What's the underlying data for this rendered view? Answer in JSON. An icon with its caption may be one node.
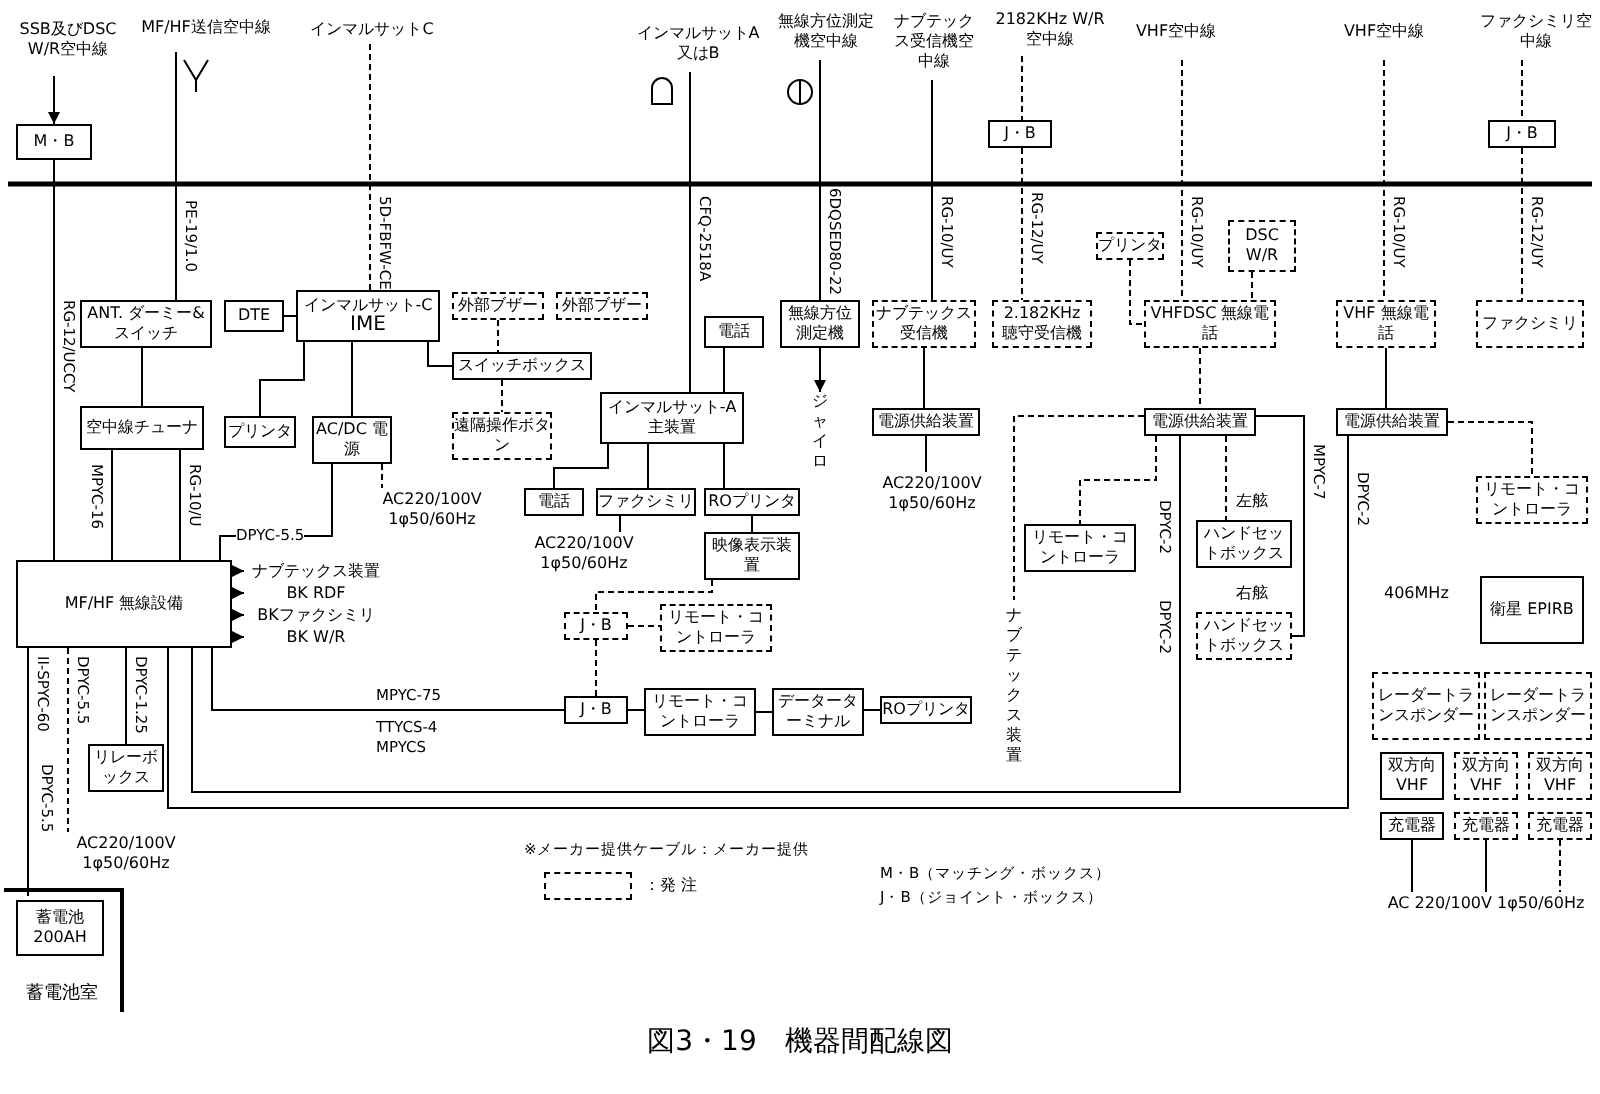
{
  "diagram": {
    "caption": "図3・19　機器間配線図",
    "nodes": [
      {
        "text": [
          "SSB及びDSC W/R空中線"
        ]
      },
      {
        "text": [
          "M・B"
        ]
      },
      {
        "text": [
          "MF/HF送信空中線"
        ]
      },
      {
        "text": [
          "インマルサットC"
        ]
      },
      {
        "text": [
          "インマルサットA又はB"
        ]
      },
      {
        "text": [
          "無線方位測定機空中線"
        ]
      },
      {
        "text": [
          "ナブテックス受信機空中線"
        ]
      },
      {
        "text": [
          "2182KHz W/R空中線"
        ]
      },
      {
        "text": [
          "J・B"
        ]
      },
      {
        "text": [
          "VHF空中線"
        ]
      },
      {
        "text": [
          "VHF空中線"
        ]
      },
      {
        "text": [
          "ファクシミリ空中線"
        ]
      },
      {
        "text": [
          "J・B"
        ]
      },
      {
        "text": [
          "ANT. ダーミー&スイッチ"
        ]
      },
      {
        "text": [
          "空中線チューナ"
        ]
      },
      {
        "text": [
          "MF/HF 無線設備"
        ]
      },
      {
        "text": [
          "ナブテックス装置"
        ]
      },
      {
        "text": [
          "BK RDF"
        ]
      },
      {
        "text": [
          "BKファクシミリ"
        ]
      },
      {
        "text": [
          "BK W/R"
        ]
      },
      {
        "text": [
          "DTE"
        ]
      },
      {
        "text": [
          "インマルサット-C",
          "IME"
        ]
      },
      {
        "text": [
          "外部ブザー"
        ]
      },
      {
        "text": [
          "外部ブザー"
        ]
      },
      {
        "text": [
          "スイッチボックス"
        ]
      },
      {
        "text": [
          "プリンタ"
        ]
      },
      {
        "text": [
          "AC/DC 電源"
        ]
      },
      {
        "text": [
          "遠隔操作ボタン"
        ]
      },
      {
        "text": [
          "AC220/100V 1φ50/60Hz"
        ]
      },
      {
        "text": [
          "電話"
        ]
      },
      {
        "text": [
          "インマルサット-A 主装置"
        ]
      },
      {
        "text": [
          "電話"
        ]
      },
      {
        "text": [
          "ファクシミリ"
        ]
      },
      {
        "text": [
          "ROプリンタ"
        ]
      },
      {
        "text": [
          "映像表示装置"
        ]
      },
      {
        "text": [
          "AC220/100V 1φ50/60Hz"
        ]
      },
      {
        "text": [
          "無線方位測定機"
        ]
      },
      {
        "text": [
          "ジャイロ"
        ]
      },
      {
        "text": [
          "ナブテックス受信機"
        ]
      },
      {
        "text": [
          "電源供給装置"
        ]
      },
      {
        "text": [
          "AC220/100V 1φ50/60Hz"
        ]
      },
      {
        "text": [
          "2.182KHz 聴守受信機"
        ]
      },
      {
        "text": [
          "プリンタ"
        ]
      },
      {
        "text": [
          "DSC W/R"
        ]
      },
      {
        "text": [
          "VHFDSC 無線電話"
        ]
      },
      {
        "text": [
          "電源供給装置"
        ]
      },
      {
        "text": [
          "リモート・コントローラ"
        ]
      },
      {
        "text": [
          "ハンドセットボックス"
        ],
        "beside": [
          "左舷"
        ]
      },
      {
        "text": [
          "ハンドセットボックス"
        ],
        "beside": [
          "右舷"
        ]
      },
      {
        "text": [
          "ナブテックス装置"
        ]
      },
      {
        "text": [
          "VHF 無線電話"
        ]
      },
      {
        "text": [
          "ファクシミリ"
        ]
      },
      {
        "text": [
          "電源供給装置"
        ]
      },
      {
        "text": [
          "リモート・コントローラ"
        ]
      },
      {
        "text": [
          "J・B"
        ]
      },
      {
        "text": [
          "リモート・コントローラ"
        ]
      },
      {
        "text": [
          "J・B"
        ]
      },
      {
        "text": [
          "リモート・コントローラ"
        ]
      },
      {
        "text": [
          "データーターミナル"
        ]
      },
      {
        "text": [
          "ROプリンタ"
        ]
      },
      {
        "text": [
          "リレーボックス"
        ]
      },
      {
        "text": [
          "AC220/100V 1φ50/60Hz"
        ]
      },
      {
        "text": [
          "蓄電池室"
        ]
      },
      {
        "text": [
          "蓄電池 200AH"
        ],
        "in": 62
      },
      {
        "text": [
          "衛星 EPIRB"
        ],
        "beside": [
          "406MHz"
        ]
      },
      {
        "text": [
          "レーダートランスポンダー"
        ]
      },
      {
        "text": [
          "レーダートランスポンダー"
        ]
      },
      {
        "text": [
          "双方向VHF"
        ]
      },
      {
        "text": [
          "双方向VHF"
        ]
      },
      {
        "text": [
          "双方向VHF"
        ]
      },
      {
        "text": [
          "充電器"
        ]
      },
      {
        "text": [
          "充電器"
        ]
      },
      {
        "text": [
          "充電器"
        ]
      },
      {
        "text": [
          "AC 220/100V 1φ50/60Hz"
        ]
      }
    ],
    "edges": [
      {
        "from": 0,
        "to": 1,
        "arrow": "to"
      },
      {
        "from": 1,
        "to": 15,
        "arrow": "none",
        "label": "RG-12/UCCY"
      },
      {
        "from": 2,
        "to": 13,
        "arrow": "none",
        "label": "PE-19/1.0"
      },
      {
        "from": 13,
        "to": 14,
        "arrow": "none"
      },
      {
        "from": 14,
        "to": 15,
        "arrow": "none",
        "label": "MPYC-16"
      },
      {
        "from": 14,
        "to": 15,
        "arrow": "none",
        "label": "RG-10/U"
      },
      {
        "from": 15,
        "to": 16,
        "arrow": "to",
        "style": "dashed"
      },
      {
        "from": 15,
        "to": 17,
        "arrow": "to"
      },
      {
        "from": 15,
        "to": 18,
        "arrow": "to"
      },
      {
        "from": 15,
        "to": 19,
        "arrow": "to"
      },
      {
        "from": 3,
        "to": 21,
        "arrow": "none",
        "label": "5D-FBFW-CE",
        "style": "dashed"
      },
      {
        "from": 20,
        "to": 21,
        "arrow": "none"
      },
      {
        "from": 21,
        "to": 25,
        "arrow": "none"
      },
      {
        "from": 21,
        "to": 26,
        "arrow": "none"
      },
      {
        "from": 21,
        "to": 24,
        "arrow": "none"
      },
      {
        "from": 22,
        "to": 24,
        "arrow": "none",
        "style": "dashed"
      },
      {
        "from": 24,
        "to": 27,
        "arrow": "none",
        "style": "dashed"
      },
      {
        "from": 26,
        "to": 28,
        "arrow": "none",
        "style": "dashed"
      },
      {
        "from": 26,
        "to": 15,
        "arrow": "none",
        "label": "DPYC-5.5"
      },
      {
        "from": 4,
        "to": 30,
        "arrow": "none",
        "label": "CFQ-2518A"
      },
      {
        "from": 29,
        "to": 30,
        "arrow": "none"
      },
      {
        "from": 30,
        "to": 31,
        "arrow": "none"
      },
      {
        "from": 30,
        "to": 32,
        "arrow": "none"
      },
      {
        "from": 30,
        "to": 33,
        "arrow": "none"
      },
      {
        "from": 33,
        "to": 34,
        "arrow": "none"
      },
      {
        "from": 32,
        "to": 35,
        "arrow": "none"
      },
      {
        "from": 5,
        "to": 36,
        "arrow": "none",
        "label": "6DQSED80-22"
      },
      {
        "from": 36,
        "to": 37,
        "arrow": "to"
      },
      {
        "from": 6,
        "to": 38,
        "arrow": "none",
        "label": "RG-10/UY"
      },
      {
        "from": 38,
        "to": 39,
        "arrow": "none"
      },
      {
        "from": 39,
        "to": 40,
        "arrow": "none"
      },
      {
        "from": 7,
        "to": 8,
        "arrow": "none",
        "style": "dashed"
      },
      {
        "from": 8,
        "to": 41,
        "arrow": "none",
        "label": "RG-12/UY",
        "style": "dashed"
      },
      {
        "from": 9,
        "to": 44,
        "arrow": "none",
        "label": "RG-10/UY",
        "style": "dashed"
      },
      {
        "from": 42,
        "to": 44,
        "arrow": "none",
        "style": "dashed"
      },
      {
        "from": 43,
        "to": 44,
        "arrow": "none",
        "style": "dashed"
      },
      {
        "from": 44,
        "to": 45,
        "arrow": "none",
        "style": "dashed"
      },
      {
        "from": 45,
        "to": 46,
        "arrow": "none",
        "style": "dashed"
      },
      {
        "from": 45,
        "to": 47,
        "arrow": "none",
        "style": "dashed"
      },
      {
        "from": 45,
        "to": 48,
        "arrow": "none",
        "label": "MPYC-7"
      },
      {
        "from": 45,
        "to": 49,
        "arrow": "none",
        "style": "dashed"
      },
      {
        "from": 45,
        "to": 15,
        "arrow": "none",
        "label": "DPYC-2"
      },
      {
        "from": 10,
        "to": 50,
        "arrow": "none",
        "label": "RG-10/UY",
        "style": "dashed"
      },
      {
        "from": 50,
        "to": 52,
        "arrow": "none"
      },
      {
        "from": 52,
        "to": 53,
        "arrow": "none",
        "style": "dashed"
      },
      {
        "from": 52,
        "to": 15,
        "arrow": "none",
        "label": "DPYC-2"
      },
      {
        "from": 11,
        "to": 12,
        "arrow": "none",
        "style": "dashed"
      },
      {
        "from": 12,
        "to": 51,
        "arrow": "none",
        "label": "RG-12/UY",
        "style": "dashed"
      },
      {
        "from": 34,
        "to": 54,
        "arrow": "none",
        "style": "dashed"
      },
      {
        "from": 54,
        "to": 55,
        "arrow": "none",
        "style": "dashed"
      },
      {
        "from": 54,
        "to": 56,
        "arrow": "none",
        "style": "dashed"
      },
      {
        "from": 15,
        "to": 56,
        "arrow": "none",
        "label": "MPYC-75"
      },
      {
        "from": 56,
        "to": 57,
        "arrow": "none"
      },
      {
        "from": 57,
        "to": 58,
        "arrow": "none"
      },
      {
        "from": 58,
        "to": 59,
        "arrow": "none"
      },
      {
        "from": 15,
        "to": 60,
        "arrow": "none",
        "label": "DPYC-1.25"
      },
      {
        "from": 15,
        "to": 63,
        "arrow": "none",
        "label": "II-SPYC-60"
      },
      {
        "from": 15,
        "to": 61,
        "arrow": "none",
        "label": "DPYC-5.5",
        "style": "dashed"
      },
      {
        "from": 70,
        "to": 73,
        "arrow": "none"
      },
      {
        "from": 71,
        "to": 73,
        "arrow": "none"
      },
      {
        "from": 72,
        "to": 73,
        "arrow": "none",
        "style": "dashed"
      }
    ],
    "labels": [
      "DPYC-5.5",
      "DPYC-2",
      "TTYCS-4",
      "MPYCS",
      "※メーカー提供ケーブル：メーカー提供",
      "M・B（マッチング・ボックス）",
      "J・B（ジョイント・ボックス）"
    ],
    "legend": [
      {
        "text": "：発 注"
      }
    ]
  }
}
